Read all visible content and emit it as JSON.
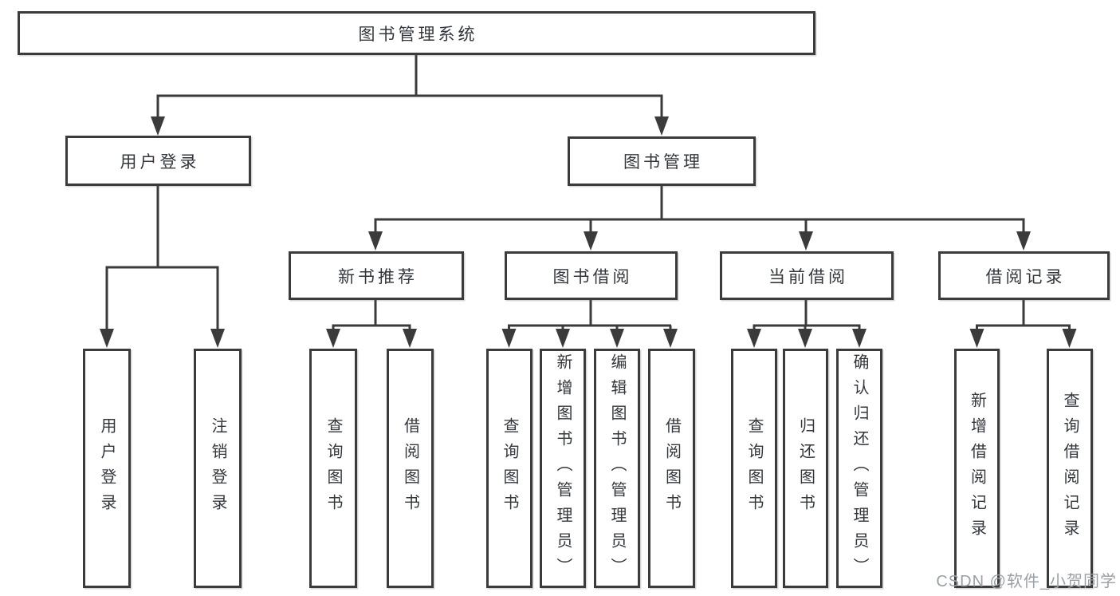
{
  "tree": {
    "root": {
      "label": "图书管理系统",
      "children": [
        {
          "label": "用户登录",
          "children": [
            {
              "label": "用户登录"
            },
            {
              "label": "注销登录"
            }
          ]
        },
        {
          "label": "图书管理",
          "children": [
            {
              "label": "新书推荐",
              "children": [
                {
                  "label": "查询图书"
                },
                {
                  "label": "借阅图书"
                }
              ]
            },
            {
              "label": "图书借阅",
              "children": [
                {
                  "label": "查询图书"
                },
                {
                  "label": "新增图书（管理员）"
                },
                {
                  "label": "编辑图书（管理员）"
                },
                {
                  "label": "借阅图书"
                }
              ]
            },
            {
              "label": "当前借阅",
              "children": [
                {
                  "label": "查询图书"
                },
                {
                  "label": "归还图书"
                },
                {
                  "label": "确认归还（管理员）"
                }
              ]
            },
            {
              "label": "借阅记录",
              "children": [
                {
                  "label": "新增借阅记录"
                },
                {
                  "label": "查询借阅记录"
                }
              ]
            }
          ]
        }
      ]
    }
  },
  "watermark": {
    "text": "CSDN @软件_小贺同学"
  },
  "colors": {
    "line": "#3b3b3b",
    "box_border": "#3b3b3b",
    "text": "#33373d",
    "watermark": "#9aa0a6",
    "background": "#ffffff"
  }
}
